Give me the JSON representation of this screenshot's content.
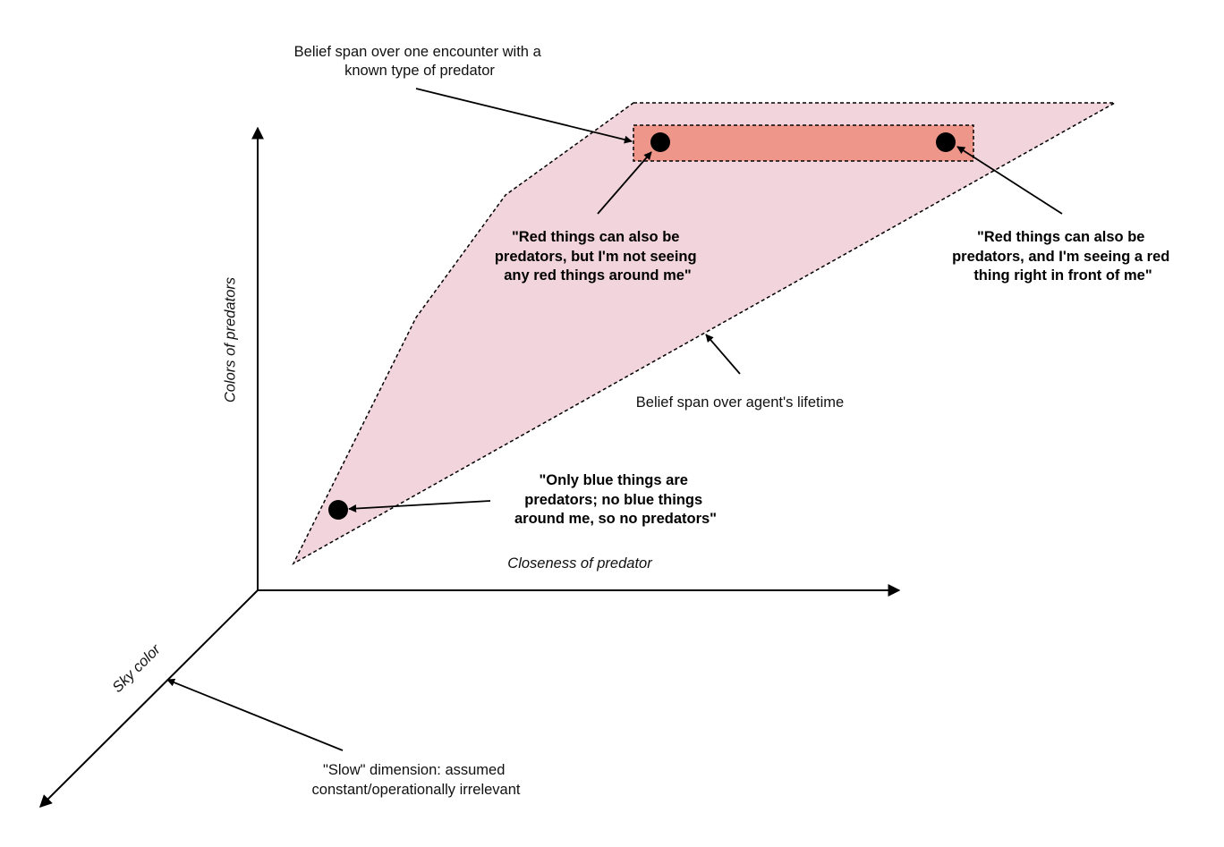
{
  "axes": {
    "vertical_label": "Colors of predators",
    "horizontal_label": "Closeness of predator",
    "depth_label": "Sky color"
  },
  "regions": {
    "lifetime": {
      "label": "Belief span over agent's lifetime",
      "fill": "#f2d4dd"
    },
    "encounter": {
      "label_lines": [
        "Belief span over one encounter with a",
        "known type of predator"
      ],
      "fill": "#ee968a"
    }
  },
  "points": {
    "blue_only": {
      "label_lines": [
        "\"Only blue things are",
        "predators; no blue things",
        "around me, so no predators\""
      ]
    },
    "red_not_seen": {
      "label_lines": [
        "\"Red things can also be",
        "predators, but I'm not seeing",
        "any red things around me\""
      ]
    },
    "red_seen": {
      "label_lines": [
        "\"Red things can also be",
        "predators, and I'm seeing a red",
        "thing right in front of me\""
      ]
    }
  },
  "slow_dimension": {
    "label_lines": [
      "\"Slow\" dimension: assumed",
      "constant/operationally irrelevant"
    ]
  },
  "colors": {
    "line": "#000000",
    "point": "#000000"
  }
}
